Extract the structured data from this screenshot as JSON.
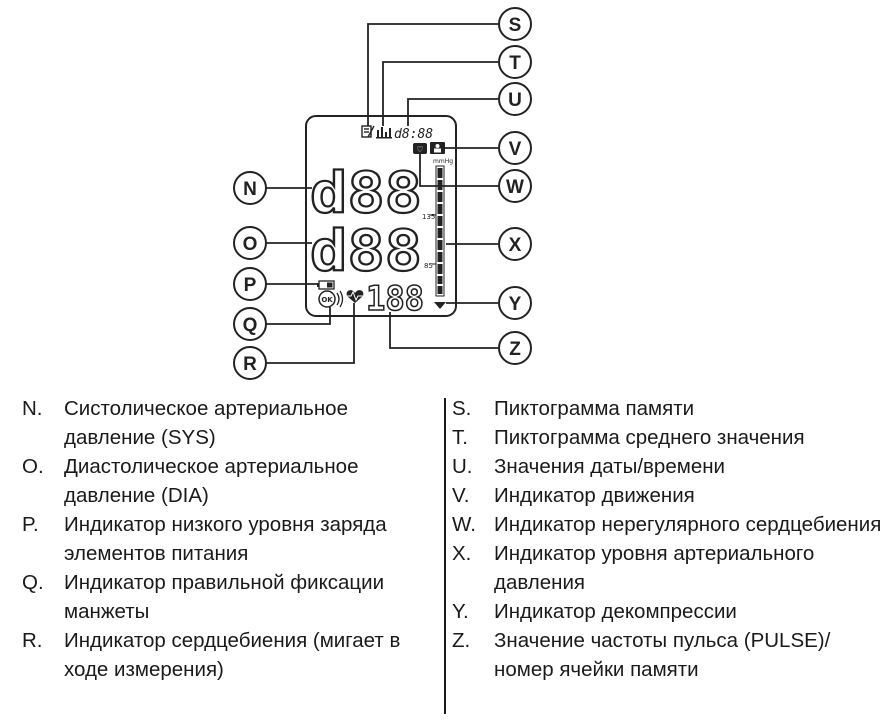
{
  "lcd": {
    "sys_digits": "d88",
    "dia_digits": "d88",
    "pulse_digits": "188",
    "datetime_digits": "d8:88",
    "unit_label": "mmHg",
    "scale_upper": "135",
    "scale_lower": "85"
  },
  "callouts": [
    {
      "letter": "S"
    },
    {
      "letter": "T"
    },
    {
      "letter": "U"
    },
    {
      "letter": "V"
    },
    {
      "letter": "W"
    },
    {
      "letter": "X"
    },
    {
      "letter": "Y"
    },
    {
      "letter": "Z"
    },
    {
      "letter": "N"
    },
    {
      "letter": "O"
    },
    {
      "letter": "P"
    },
    {
      "letter": "Q"
    },
    {
      "letter": "R"
    }
  ],
  "legend_left": [
    {
      "letter": "N.",
      "text": "Систолическое артериальное давление (SYS)"
    },
    {
      "letter": "O.",
      "text": "Диастолическое артериальное давление (DIA)"
    },
    {
      "letter": "P.",
      "text": "Индикатор низкого уровня заряда элементов питания"
    },
    {
      "letter": "Q.",
      "text": "Индикатор правильной фиксации манжеты"
    },
    {
      "letter": "R.",
      "text": "Индикатор сердцебиения (мигает в ходе измерения)"
    }
  ],
  "legend_right": [
    {
      "letter": "S.",
      "text": "Пиктограмма памяти"
    },
    {
      "letter": "T.",
      "text": "Пиктограмма среднего значения"
    },
    {
      "letter": "U.",
      "text": "Значения даты/времени"
    },
    {
      "letter": "V.",
      "text": "Индикатор движения"
    },
    {
      "letter": "W.",
      "text": "Индикатор нерегулярного сердцебиения"
    },
    {
      "letter": "X.",
      "text": "Индикатор уровня артериального давления"
    },
    {
      "letter": "Y.",
      "text": "Индикатор декомпрессии"
    },
    {
      "letter": "Z.",
      "text": "Значение частоты пульса (PULSE)/ номер ячейки памяти"
    }
  ]
}
